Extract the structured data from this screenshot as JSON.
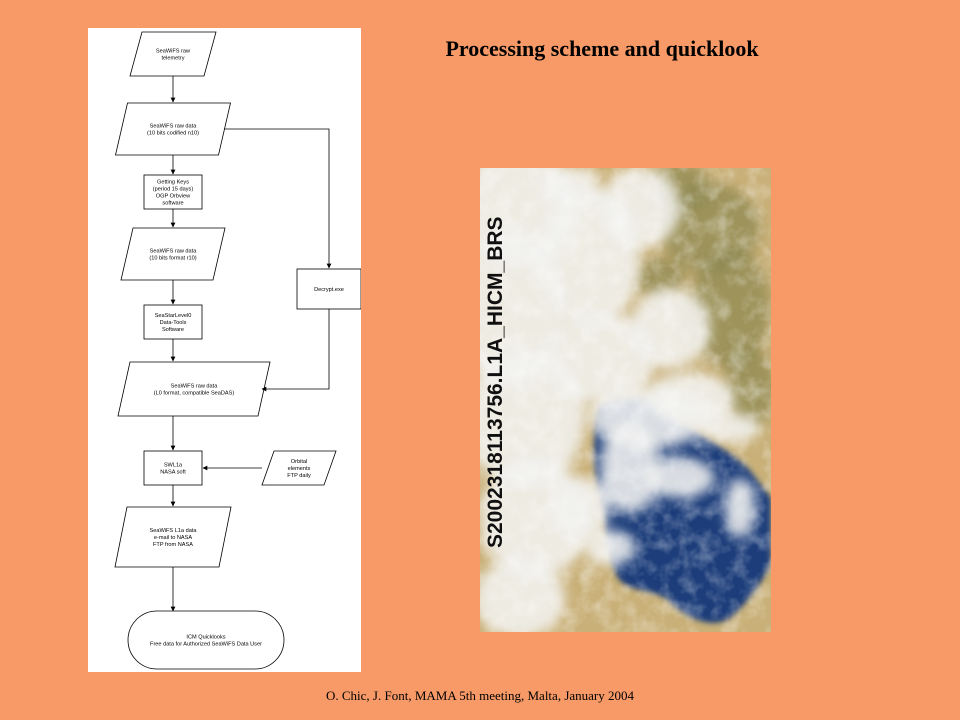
{
  "title": "Processing scheme and quicklook",
  "flowchart": {
    "steps": [
      {
        "id": "raw-telemetry",
        "shape": "parallelogram",
        "lines": [
          "SeaWiFS raw",
          "telemetry"
        ]
      },
      {
        "id": "raw-data-n10",
        "shape": "parallelogram",
        "lines": [
          "SeaWiFS raw data",
          "(10 bits codified n10)"
        ]
      },
      {
        "id": "getting-keys",
        "shape": "process",
        "lines": [
          "Getting Keys",
          "(period 15 days)",
          "OGP Orbview",
          "software"
        ]
      },
      {
        "id": "raw-data-r10",
        "shape": "parallelogram",
        "lines": [
          "SeaWiFS  raw data",
          "(10 bits format r10)"
        ]
      },
      {
        "id": "decrypt",
        "shape": "process",
        "lines": [
          "Decrypt.exe"
        ]
      },
      {
        "id": "seastar-level0",
        "shape": "process",
        "lines": [
          "SeaStarLevel0",
          "Data-Tools",
          "Software"
        ]
      },
      {
        "id": "raw-data-l0",
        "shape": "parallelogram",
        "lines": [
          "SeaWiFS raw data",
          "(L0 format, compatible SeaDAS)"
        ]
      },
      {
        "id": "swl1a",
        "shape": "process",
        "lines": [
          "SWL1a",
          "NASA soft"
        ]
      },
      {
        "id": "orbital-elements",
        "shape": "parallelogram",
        "lines": [
          "Orbital",
          "elements",
          "FTP daily"
        ]
      },
      {
        "id": "l1a-data",
        "shape": "parallelogram",
        "lines": [
          "SeaWiFS L1a data",
          "e-mail to NASA",
          "FTP from NASA"
        ]
      },
      {
        "id": "icm-quicklooks",
        "shape": "terminator",
        "lines": [
          "ICM Quicklooks",
          "Free data for Authorized SeaWiFS Data User"
        ]
      }
    ]
  },
  "quicklook": {
    "label": "S2002318113756.L1A_HICM_BRS",
    "colors": {
      "land": "#C9B078",
      "sea": "#1F3C7A",
      "cloud": "#F2F2F0",
      "land_dark": "#8A8650"
    }
  },
  "footer": "O. Chic, J. Font,  MAMA 5th meeting, Malta, January 2004"
}
